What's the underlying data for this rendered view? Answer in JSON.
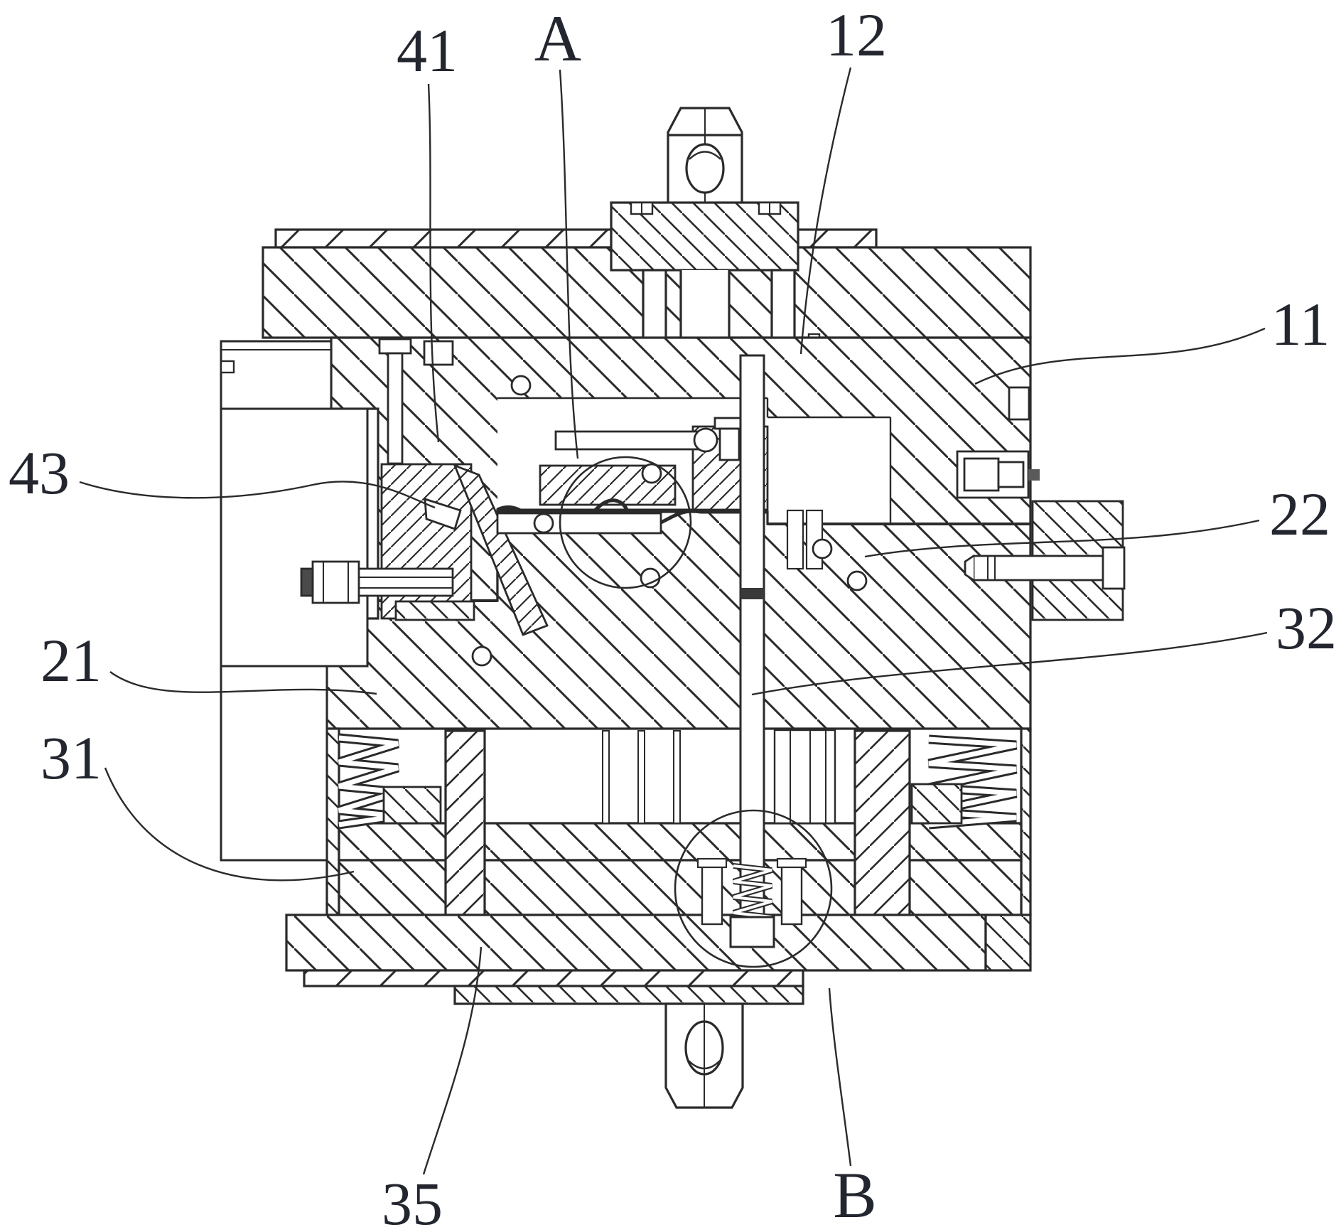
{
  "figure": {
    "kind": "patent-mold-cross-section",
    "background": "#ffffff",
    "line_color": "#2a2a2a",
    "label_color": "#23262e",
    "labels": [
      {
        "id": "41",
        "text": "41"
      },
      {
        "id": "A",
        "text": "A"
      },
      {
        "id": "12",
        "text": "12"
      },
      {
        "id": "11",
        "text": "11"
      },
      {
        "id": "43",
        "text": "43"
      },
      {
        "id": "22",
        "text": "22"
      },
      {
        "id": "21",
        "text": "21"
      },
      {
        "id": "32",
        "text": "32"
      },
      {
        "id": "31",
        "text": "31"
      },
      {
        "id": "35",
        "text": "35"
      },
      {
        "id": "B",
        "text": "B"
      }
    ],
    "detail_circles": [
      {
        "id": "A",
        "label": "A"
      },
      {
        "id": "B",
        "label": "B"
      }
    ]
  }
}
